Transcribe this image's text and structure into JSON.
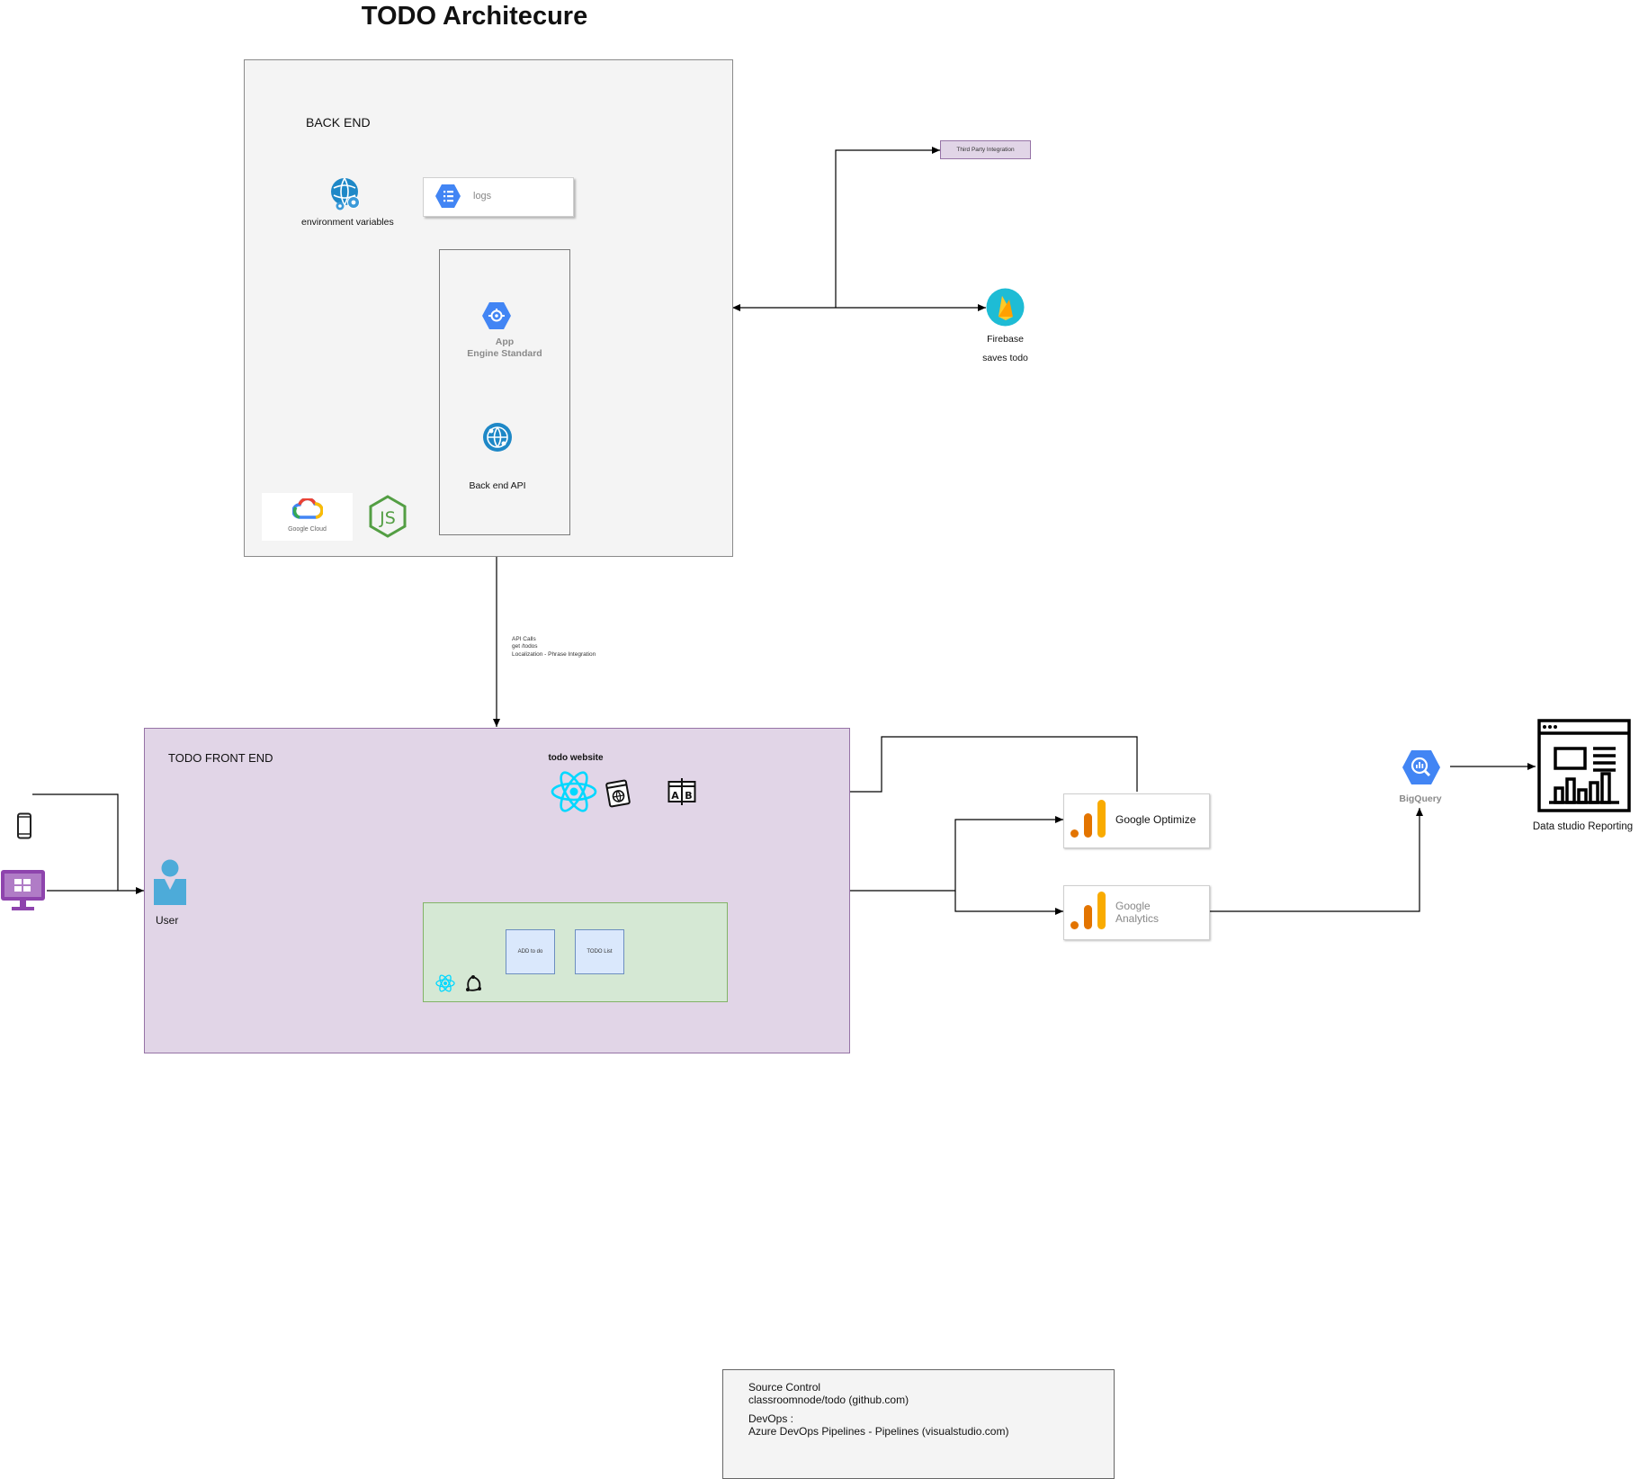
{
  "diagram": {
    "title": "TODO Architecure",
    "backend": {
      "label": "BACK END",
      "env_label": "environment variables",
      "logs_label": "logs",
      "app_engine_label_1": "App",
      "app_engine_label_2": "Engine Standard",
      "backend_api_label": "Back end API",
      "google_cloud_label": "Google Cloud"
    },
    "third_party_label": "Third Party Integration",
    "firebase": {
      "label": "Firebase",
      "caption": "saves todo"
    },
    "api_notes": [
      "API Calls",
      "get /todos",
      "Localization - Phrase Integration"
    ],
    "frontend": {
      "label": "TODO FRONT END",
      "website_label": "todo website",
      "user_label": "User",
      "add_todo_label": "ADD to do",
      "todo_list_label": "TODO List"
    },
    "google_optimize_label": "Google Optimize",
    "google_analytics_label_1": "Google",
    "google_analytics_label_2": "Analytics",
    "bigquery_label": "BigQuery",
    "data_studio_label": "Data studio Reporting",
    "notes": {
      "source_control_title": "Source Control",
      "source_control_value": "classroomnode/todo (github.com)",
      "devops_title": "DevOps :",
      "devops_value": "Azure DevOps Pipelines - Pipelines (visualstudio.com)"
    },
    "colors": {
      "backend_fill": "#f4f4f4",
      "frontend_fill": "#e1d5e7",
      "green_fill": "#d5e8d4",
      "blue_fill": "#dae8fc",
      "gcp_blue": "#4285f4",
      "react_cyan": "#00d8ff",
      "firebase_orange": "#ffa000",
      "analytics_orange": "#f9ab00"
    }
  }
}
